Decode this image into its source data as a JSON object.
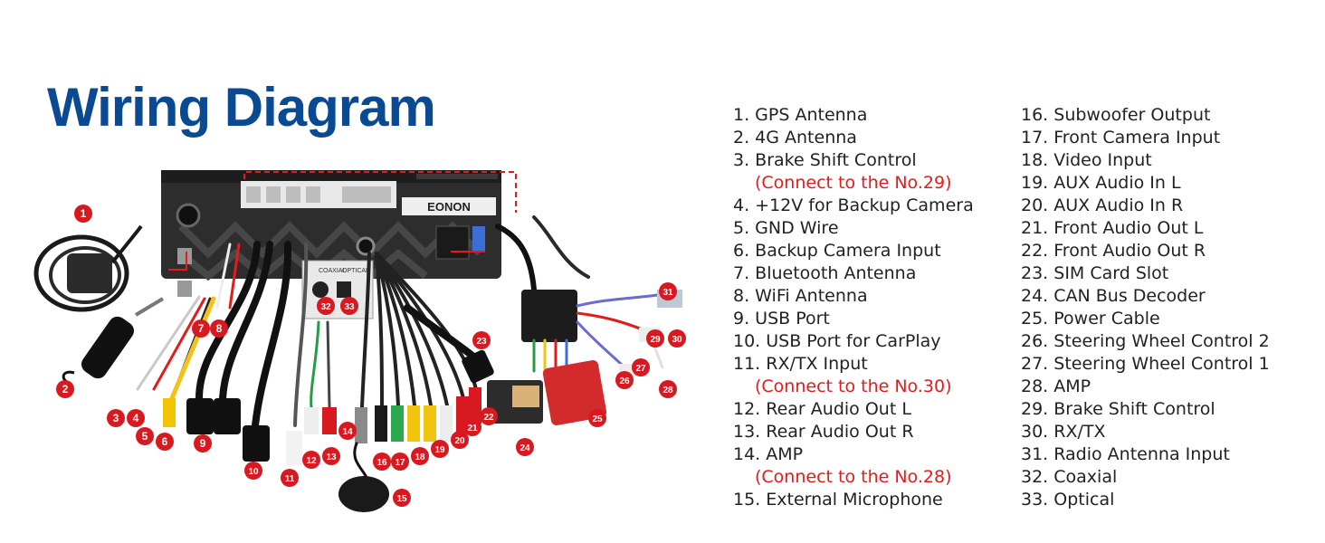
{
  "title": "Wiring Diagram",
  "colors": {
    "title": "#0a4a93",
    "badge": "#d71920",
    "note": "#e21b1b",
    "text": "#222222"
  },
  "brand_logo": "EONON",
  "unit_labels": {
    "coaxial": "COAXIAL",
    "optical": "OPTICAL"
  },
  "legend": {
    "col1": [
      {
        "text": "1. GPS Antenna"
      },
      {
        "text": "2. 4G Antenna"
      },
      {
        "text": "3. Brake Shift Control"
      },
      {
        "text": "(Connect to the No.29)",
        "note": true
      },
      {
        "text": "4. +12V for Backup Camera"
      },
      {
        "text": "5. GND Wire"
      },
      {
        "text": "6. Backup Camera Input"
      },
      {
        "text": "7. Bluetooth Antenna"
      },
      {
        "text": "8. WiFi Antenna"
      },
      {
        "text": "9. USB Port"
      },
      {
        "text": "10. USB Port for CarPlay"
      },
      {
        "text": "11. RX/TX Input"
      },
      {
        "text": "(Connect to the No.30)",
        "note": true
      },
      {
        "text": "12. Rear Audio Out L"
      },
      {
        "text": "13. Rear Audio Out R"
      },
      {
        "text": "14. AMP"
      },
      {
        "text": "(Connect to the No.28)",
        "note": true
      },
      {
        "text": "15. External Microphone"
      }
    ],
    "col2": [
      {
        "text": "16. Subwoofer Output"
      },
      {
        "text": "17. Front Camera Input"
      },
      {
        "text": "18. Video Input"
      },
      {
        "text": "19. AUX Audio In L"
      },
      {
        "text": "20. AUX Audio In R"
      },
      {
        "text": "21. Front Audio Out L"
      },
      {
        "text": "22. Front Audio Out R"
      },
      {
        "text": "23. SIM Card Slot"
      },
      {
        "text": "24. CAN Bus Decoder"
      },
      {
        "text": "25. Power Cable"
      },
      {
        "text": "26. Steering Wheel Control  2"
      },
      {
        "text": "27. Steering Wheel Control  1"
      },
      {
        "text": "28. AMP"
      },
      {
        "text": "29. Brake Shift Control"
      },
      {
        "text": "30. RX/TX"
      },
      {
        "text": "31. Radio Antenna Input"
      },
      {
        "text": "32. Coaxial"
      },
      {
        "text": "33. Optical"
      }
    ]
  },
  "badges": [
    "1",
    "2",
    "3",
    "4",
    "5",
    "6",
    "7",
    "8",
    "9",
    "10",
    "11",
    "12",
    "13",
    "14",
    "15",
    "16",
    "17",
    "18",
    "19",
    "20",
    "21",
    "22",
    "23",
    "24",
    "25",
    "26",
    "27",
    "28",
    "29",
    "30",
    "31",
    "32",
    "33"
  ]
}
